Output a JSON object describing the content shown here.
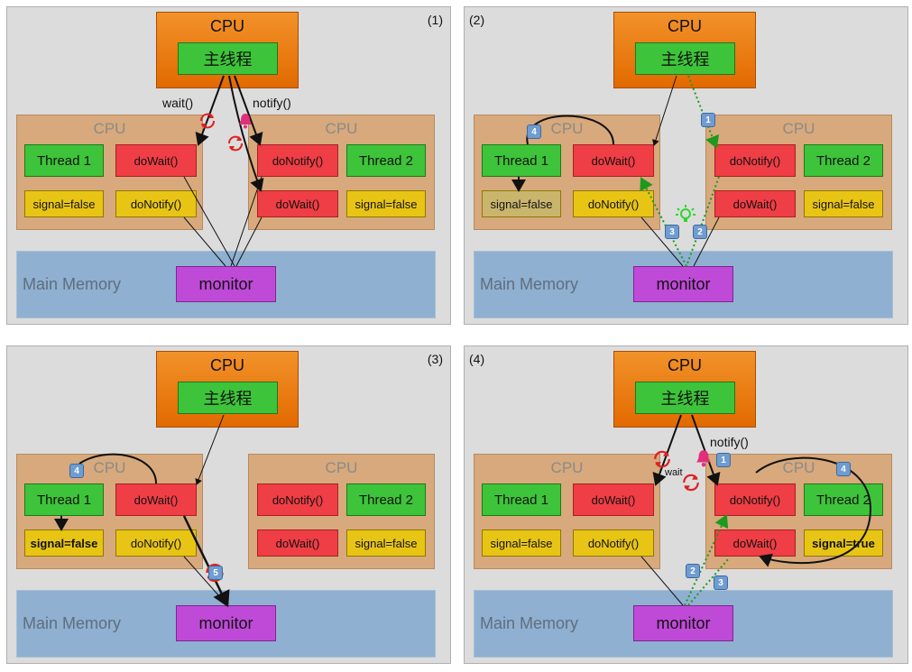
{
  "labels": {
    "cpu": "CPU",
    "main_thread": "主线程",
    "main_memory": "Main Memory",
    "monitor": "monitor",
    "thread1": "Thread 1",
    "thread2": "Thread 2",
    "do_wait": "doWait()",
    "do_notify": "doNotify()",
    "signal_false": "signal=false",
    "signal_true": "signal=true",
    "wait_call": "wait()",
    "notify_call": "notify()",
    "wait_short": "wait"
  },
  "panels": [
    {
      "number": "(1)"
    },
    {
      "number": "(2)",
      "badges": [
        "4",
        "1",
        "3",
        "2"
      ]
    },
    {
      "number": "(3)",
      "badges": [
        "4",
        "5"
      ]
    },
    {
      "number": "(4)",
      "badges": [
        "1",
        "4",
        "2",
        "3"
      ]
    }
  ],
  "colors": {
    "cpu_orange": "#e26a00",
    "thread_green": "#3ec43a",
    "method_red": "#ef3e45",
    "signal_yellow": "#e8c514",
    "monitor_purple": "#c04ad8",
    "memory_blue": "#8fb0d0",
    "cpu_area_tan": "#d7a97c",
    "panel_gray": "#dcdcdc",
    "dotted_green": "#1c9a1c",
    "cycle_red": "#e02020",
    "bell_pink": "#e0307a"
  },
  "icons": [
    "cycle-icon",
    "bell-icon",
    "lightbulb-icon",
    "number-badge-icon"
  ]
}
